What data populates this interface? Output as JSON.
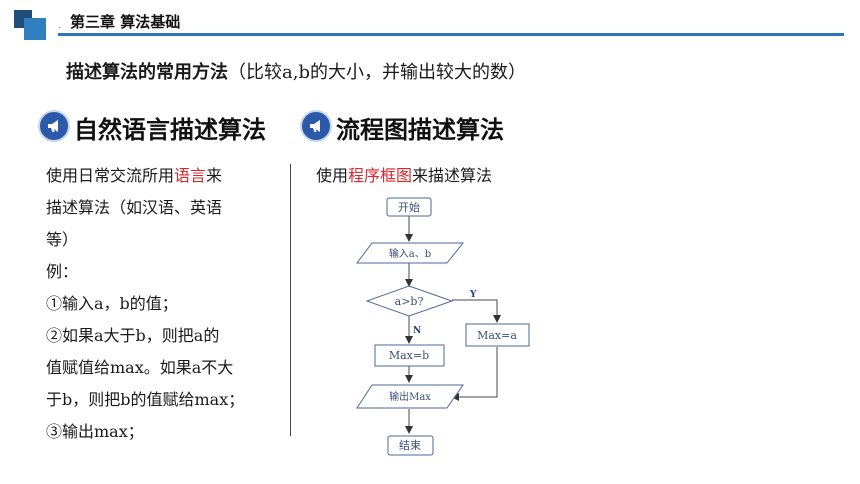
{
  "header": {
    "chapter_title": "第三章 算法基础",
    "dot": "."
  },
  "subtitle": {
    "bold": "描述算法的常用方法",
    "rest": "（比较a,b的大小，并输出较大的数）"
  },
  "sections": [
    {
      "title": "自然语言描述算法",
      "icon": "megaphone-icon"
    },
    {
      "title": "流程图描述算法",
      "icon": "megaphone-icon"
    }
  ],
  "natural_language": {
    "line1_pre": "使用日常交流所用",
    "line1_red": "语言",
    "line1_post": "来",
    "line2": "描述算法（如汉语、英语",
    "line3": "等）",
    "example_label": "例：",
    "step1": "①输入a，b的值；",
    "step2a": "②如果a大于b，则把a的",
    "step2b": "值赋值给max。如果a不大",
    "step2c": "于b，则把b的值赋给max；",
    "step3": "③输出max；"
  },
  "flowchart_intro": {
    "pre": "使用",
    "red": "程序框图",
    "post": "来描述算法"
  },
  "flowchart": {
    "start": "开始",
    "input": "输入a、b",
    "decision": "a>b?",
    "yes": "Y",
    "no": "N",
    "assign_a": "Max=a",
    "assign_b": "Max=b",
    "output": "输出Max",
    "end": "结束"
  },
  "colors": {
    "accent_blue": "#2e75b6",
    "highlight_red": "#d9272b",
    "icon_blue": "#2d5aa8"
  }
}
